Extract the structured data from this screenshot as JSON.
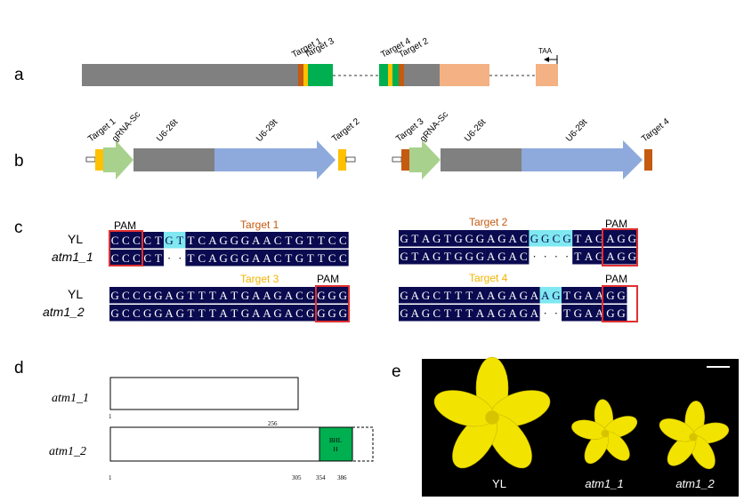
{
  "panel_labels": [
    "a",
    "b",
    "c",
    "d",
    "e"
  ],
  "colors": {
    "exon_gray": "#808080",
    "utr_orange": "#F4B183",
    "green": "#00B050",
    "target_orange": "#C55A11",
    "target_yellow": "#FFC000",
    "arrow_green": "#A9D18E",
    "arrow_blue": "#8EA9DB",
    "seq_bg": "#0A0A50",
    "highlight": "#7FE8F0",
    "pam_box": "#E03030",
    "title_orange": "#C55A11",
    "title_yellow": "#F0B400",
    "flower_yellow": "#F2E400"
  },
  "panel_a": {
    "labels": {
      "target1": "Target 1",
      "target3": "Target 3",
      "target4": "Target 4",
      "target2": "Target 2",
      "taa": "TAA"
    }
  },
  "panel_b": {
    "left": {
      "target1": "Target 1",
      "grna": "gRNA-Sc",
      "u626": "U6-26t",
      "u629": "U6-29t",
      "target2": "Target 2"
    },
    "right": {
      "target3": "Target 3",
      "grna": "gRNA-Sc",
      "u626": "U6-26t",
      "u629": "U6-29t",
      "target4": "Target 4"
    }
  },
  "panel_c": {
    "pam": "PAM",
    "row_labels": {
      "yl": "YL",
      "atm1_1": "atm1_1",
      "atm1_2": "atm1_2"
    },
    "titles": {
      "t1": "Target 1",
      "t2": "Target 2",
      "t3": "Target 3",
      "t4": "Target 4"
    },
    "blocks": {
      "b1": {
        "yl": [
          "C",
          "C",
          "C",
          "C",
          "T",
          "G",
          "T",
          "T",
          "C",
          "A",
          "G",
          "G",
          "G",
          "A",
          "A",
          "C",
          "T",
          "G",
          "T",
          "T",
          "C",
          "C"
        ],
        "mut": [
          "C",
          "C",
          "C",
          "C",
          "T",
          "·",
          "·",
          "T",
          "C",
          "A",
          "G",
          "G",
          "G",
          "A",
          "A",
          "C",
          "T",
          "G",
          "T",
          "T",
          "C",
          "C"
        ]
      },
      "b2": {
        "yl": [
          "G",
          "T",
          "A",
          "G",
          "T",
          "G",
          "G",
          "G",
          "A",
          "G",
          "A",
          "C",
          "G",
          "G",
          "C",
          "G",
          "T",
          "A",
          "G",
          "A",
          "G",
          "G"
        ],
        "mut": [
          "G",
          "T",
          "A",
          "G",
          "T",
          "G",
          "G",
          "G",
          "A",
          "G",
          "A",
          "C",
          "·",
          "·",
          "·",
          "·",
          "T",
          "A",
          "G",
          "A",
          "G",
          "G"
        ]
      },
      "b3": {
        "yl": [
          "G",
          "C",
          "C",
          "G",
          "G",
          "A",
          "G",
          "T",
          "T",
          "T",
          "A",
          "T",
          "G",
          "A",
          "A",
          "G",
          "A",
          "C",
          "G",
          "G",
          "G",
          "G"
        ],
        "mut": [
          "G",
          "C",
          "C",
          "G",
          "G",
          "A",
          "G",
          "T",
          "T",
          "T",
          "A",
          "T",
          "G",
          "A",
          "A",
          "G",
          "A",
          "C",
          "G",
          "G",
          "G",
          "G"
        ]
      },
      "b4": {
        "yl": [
          "G",
          "A",
          "G",
          "C",
          "T",
          "T",
          "T",
          "A",
          "A",
          "G",
          "A",
          "G",
          "A",
          "A",
          "G",
          "T",
          "G",
          "A",
          "A",
          "G",
          "G"
        ],
        "mut": [
          "G",
          "A",
          "G",
          "C",
          "T",
          "T",
          "T",
          "A",
          "A",
          "G",
          "A",
          "G",
          "A",
          "·",
          "·",
          "T",
          "G",
          "A",
          "A",
          "G",
          "G"
        ]
      }
    }
  },
  "panel_d": {
    "row1": {
      "label": "atm1_1",
      "start": "1",
      "end": "256"
    },
    "row2": {
      "label": "atm1_2",
      "start": "1",
      "t305": "305",
      "t354": "354",
      "t386": "386",
      "domain_line1": "BHL",
      "domain_line2": "H"
    }
  },
  "panel_e": {
    "labels": [
      "YL",
      "atm1_1",
      "atm1_2"
    ]
  }
}
